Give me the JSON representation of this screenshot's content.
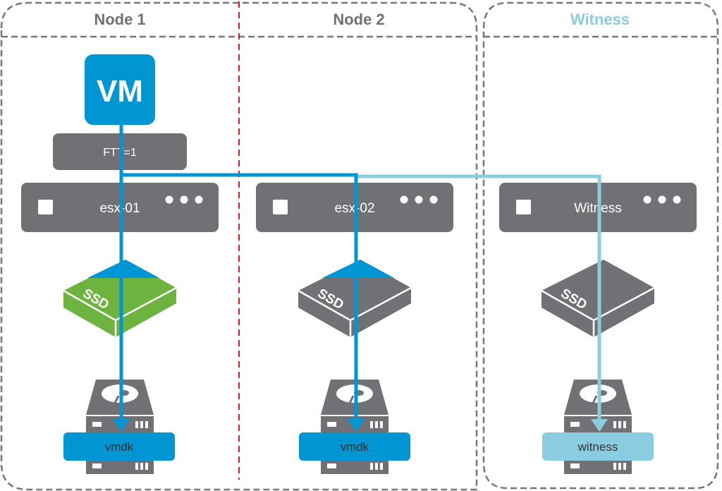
{
  "colors": {
    "frame_gray": "#77777a",
    "host_gray": "#717074",
    "vm_blue": "#0096d3",
    "witness_blue": "#8acde0",
    "ssd_green": "#6db33f",
    "separator_red": "#e4161e",
    "title_gray": "#717074"
  },
  "sections": [
    {
      "id": "node1",
      "title": "Node 1",
      "title_color": "#717074"
    },
    {
      "id": "node2",
      "title": "Node 2",
      "title_color": "#717074"
    },
    {
      "id": "witness",
      "title": "Witness",
      "title_color": "#8acde0"
    }
  ],
  "vm": {
    "label": "VM",
    "policy_label": "FTT=1"
  },
  "hosts": [
    {
      "label": "esx-01"
    },
    {
      "label": "esx-02"
    },
    {
      "label": "Witness"
    }
  ],
  "ssds": [
    {
      "label": "SSD",
      "state": "active-green"
    },
    {
      "label": "SSD",
      "state": "gray"
    },
    {
      "label": "SSD",
      "state": "gray"
    }
  ],
  "objects": [
    {
      "label": "vmdk",
      "color": "#0096d3"
    },
    {
      "label": "vmdk",
      "color": "#0096d3"
    },
    {
      "label": "witness",
      "color": "#8acde0"
    }
  ]
}
